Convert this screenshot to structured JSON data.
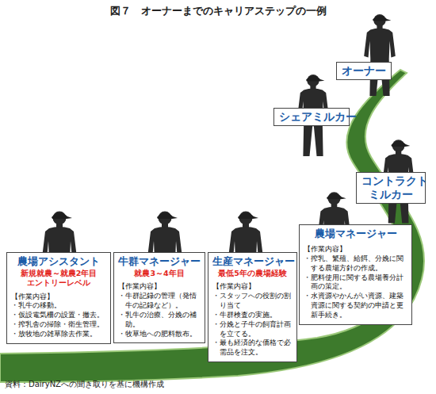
{
  "diagram": {
    "title": "図７　オーナーまでのキャリアステップの一例",
    "caption": "資料：DairyNZへの聞き取りを基に機構作成",
    "nodes": [
      {
        "text": [
          "農場アシスタント",
          "新規就農～就農2年目",
          "エントリーレベル",
          "【作業内容】",
          "・乳牛の移動。",
          "・仮設電気柵の設置・撤去。",
          "・搾乳舎の掃除・衛生管理。",
          "・放牧地の雑草除去作業。"
        ]
      },
      {
        "text": [
          "牛群マネージャー",
          "就農3～4年目",
          "【作業内容】",
          "・牛群記録の管理（発情牛の記録など）。",
          "・乳牛の治療、分娩の補助。",
          "・牧草地への肥料散布。"
        ]
      },
      {
        "text": [
          "生産マネージャー",
          "最低5年の農場経験",
          "【作業内容】",
          "・スタッフへの役割の割り当て",
          "・牛群検査の実施。",
          "・分娩と子牛の飼育計画を立てる。",
          "・最も経済的な価格で必需品を注文。"
        ]
      },
      {
        "text": [
          "農場マネージャー",
          "【作業内容】",
          "・搾乳、繁殖、給餌、分娩に関する農場方針の作成。",
          "・肥料使用に関する農場養分計画の策定。",
          "・水資源やかんがい資源、建築資源に関する契約の申請と更新手続き。"
        ]
      },
      {
        "text": [
          "コントラクト ミルカー"
        ]
      },
      {
        "text": [
          "シェアミルカー"
        ]
      },
      {
        "text": [
          "オーナー"
        ]
      }
    ]
  }
}
